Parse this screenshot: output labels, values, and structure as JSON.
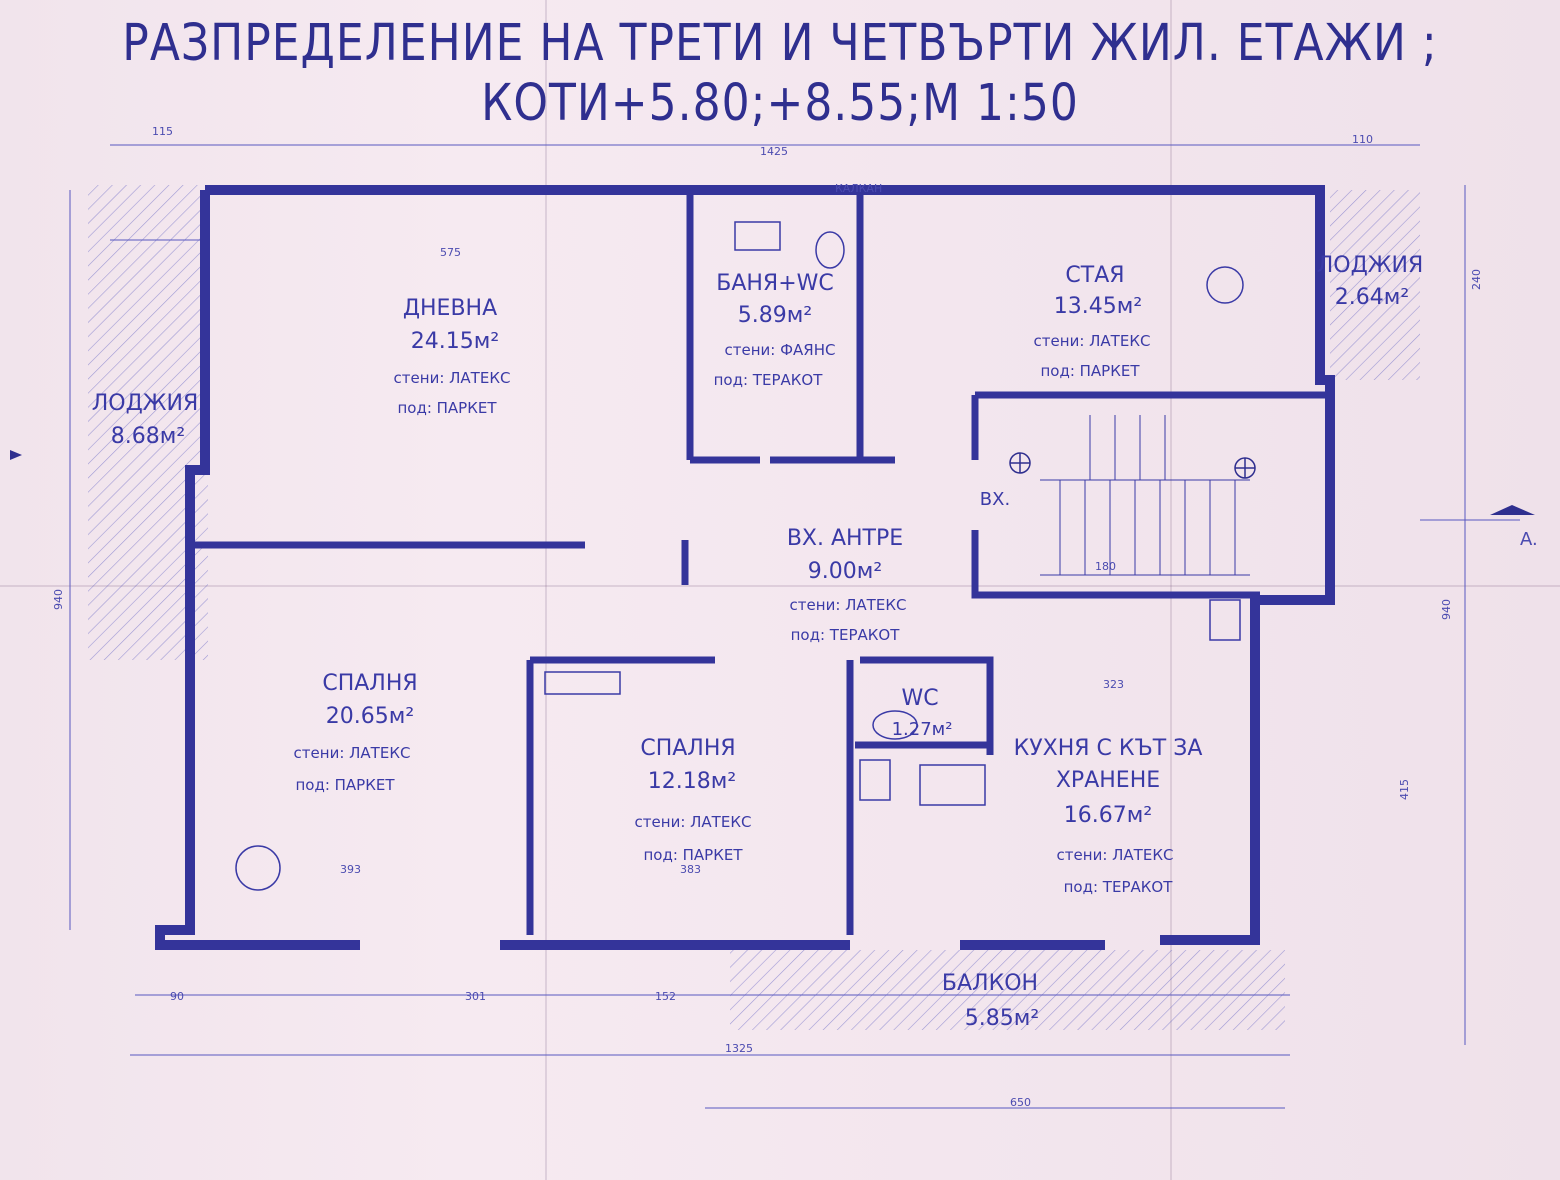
{
  "title": {
    "line1": "РАЗПРЕДЕЛЕНИЕ НА ТРЕТИ И ЧЕТВЪРТИ ЖИЛ. ЕТАЖИ ;",
    "line2": "КОТИ+5.80;+8.55;М 1:50"
  },
  "rooms": [
    {
      "name": "ДНЕВНА",
      "area": "24.15м²",
      "walls": "стени: ЛАТЕКС",
      "floor": "под: ПАРКЕТ"
    },
    {
      "name": "БАНЯ+WC",
      "area": "5.89м²",
      "walls": "стени: ФАЯНС",
      "floor": "под: ТЕРАКОТ"
    },
    {
      "name": "СТАЯ",
      "area": "13.45м²",
      "walls": "стени: ЛАТЕКС",
      "floor": "под: ПАРКЕТ"
    },
    {
      "name": "ЛОДЖИЯ",
      "area": "2.64м²"
    },
    {
      "name": "ЛОДЖИЯ",
      "area": "8.68м²"
    },
    {
      "name": "ВХ. АНТРЕ",
      "area": "9.00м²",
      "walls": "стени: ЛАТЕКС",
      "floor": "под: ТЕРАКОТ"
    },
    {
      "name": "СПАЛНЯ",
      "area": "20.65м²",
      "walls": "стени: ЛАТЕКС",
      "floor": "под: ПАРКЕТ"
    },
    {
      "name": "СПАЛНЯ",
      "area": "12.18м²",
      "walls": "стени: ЛАТЕКС",
      "floor": "под: ПАРКЕТ"
    },
    {
      "name": "WC",
      "area": "1.27м²"
    },
    {
      "name": "КУХНЯ С КЪТ ЗА",
      "name2": "ХРАНЕНЕ",
      "area": "16.67м²",
      "walls": "стени: ЛАТЕКС",
      "floor": "под: ТЕРАКОТ"
    },
    {
      "name": "БАЛКОН",
      "area": "5.85м²"
    }
  ],
  "labels": {
    "entrance": "ВХ.",
    "gable": "КАЛКАН",
    "section": "A."
  },
  "dims": {
    "d1425": "1425",
    "d115": "115",
    "d110": "110",
    "d575": "575",
    "d180": "180",
    "d323": "323",
    "d393": "393",
    "d383": "383",
    "d301": "301",
    "d152": "152",
    "d90": "90",
    "d1325": "1325",
    "d650": "650",
    "d940": "940",
    "d415": "415",
    "d240": "240"
  }
}
